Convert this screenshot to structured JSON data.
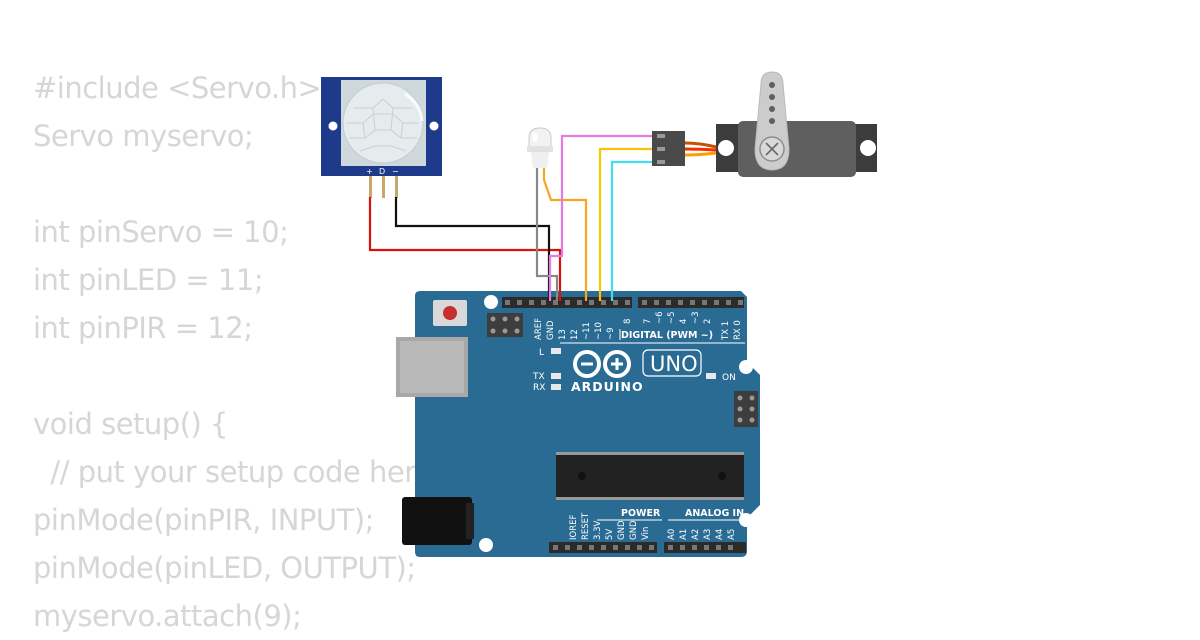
{
  "code": [
    "#include <Servo.h>",
    "Servo myservo;",
    "",
    "int pinServo = 10;",
    "int pinLED = 11;",
    "int pinPIR = 12;",
    "",
    "void setup() {",
    "  // put your setup code here",
    "pinMode(pinPIR, INPUT);",
    "pinMode(pinLED, OUTPUT);",
    "myservo.attach(9);"
  ],
  "board": {
    "brand": "ARDUINO",
    "model": "UNO",
    "on_label": "ON",
    "l_label": "L",
    "tx_label": "TX",
    "rx_label": "RX",
    "digital_label": "DIGITAL (PWM ~)",
    "power_label": "POWER",
    "analog_label": "ANALOG IN",
    "digital_pins": [
      "AREF",
      "GND",
      "13",
      "12",
      "~11",
      "~10",
      "~9",
      "8",
      "7",
      "~6",
      "~5",
      "4",
      "~3",
      "2",
      "TX 1",
      "RX 0"
    ],
    "power_pins": [
      "IOREF",
      "RESET",
      "3.3V",
      "5V",
      "GND",
      "GND",
      "Vin"
    ],
    "analog_pins": [
      "A0",
      "A1",
      "A2",
      "A3",
      "A4",
      "A5"
    ]
  },
  "pir": {
    "pin_labels": [
      "+",
      "D",
      "−"
    ]
  },
  "wire_colors": {
    "pir_power": "#d8120e",
    "pir_ground": "#111111",
    "led_ground": "#888888",
    "led_signal": "#f5a623",
    "servo_power": "#e27ce2",
    "servo_signal_a": "#f7c600",
    "servo_signal_b": "#3ee0f0"
  },
  "colors": {
    "board": "#2a6b94",
    "code_text": "#d6d6d6"
  }
}
